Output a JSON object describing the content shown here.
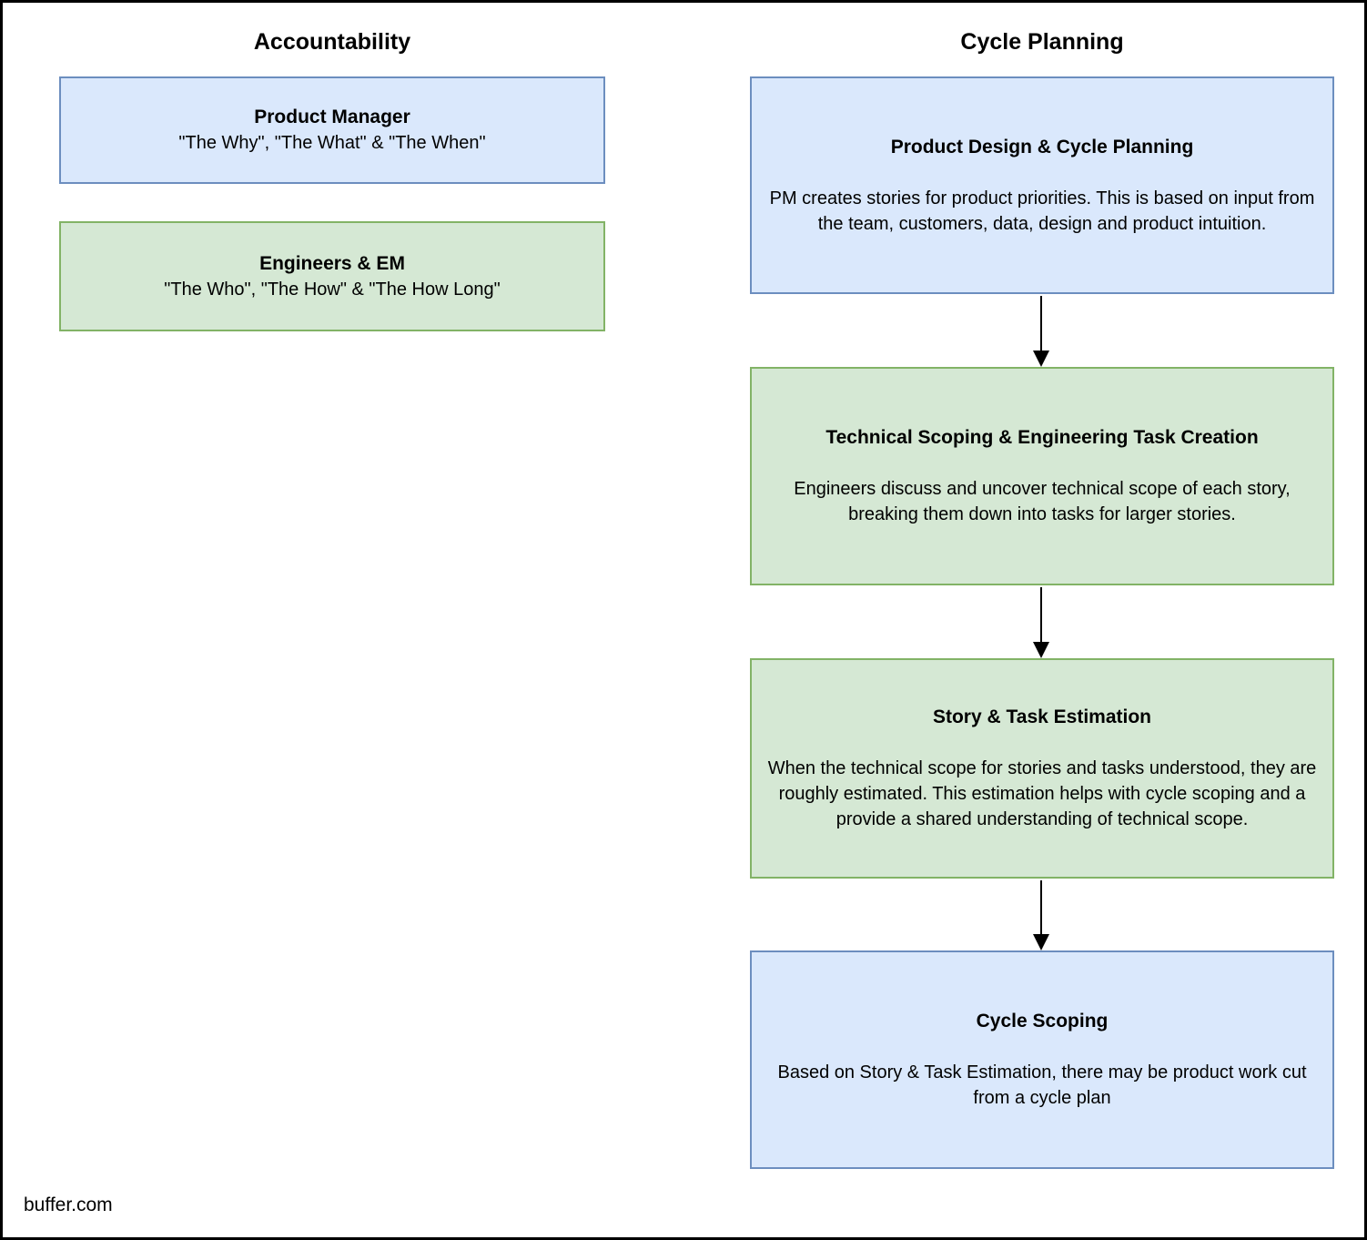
{
  "footer": "buffer.com",
  "colors": {
    "blue_fill": "#dae8fc",
    "blue_stroke": "#6c8ebf",
    "green_fill": "#d5e8d4",
    "green_stroke": "#82b366",
    "arrow": "#000000",
    "text": "#000000"
  },
  "columns": [
    {
      "title": "Accountability",
      "boxes": [
        {
          "variant": "blue",
          "heading": "Product Manager",
          "body": "\"The Why\", \"The What\" & \"The When\""
        },
        {
          "variant": "green",
          "heading": "Engineers & EM",
          "body": "\"The Who\", \"The How\" & \"The How Long\""
        }
      ]
    },
    {
      "title": "Cycle Planning",
      "boxes": [
        {
          "variant": "blue",
          "heading": "Product Design & Cycle Planning",
          "body": "PM creates stories for product priorities. This is based on input from the team, customers, data, design and product intuition."
        },
        {
          "variant": "green",
          "heading": "Technical Scoping & Engineering Task Creation",
          "body": "Engineers discuss and uncover technical scope of each story, breaking them down into tasks for larger stories."
        },
        {
          "variant": "green",
          "heading": "Story & Task Estimation",
          "body": "When the technical scope for stories and tasks understood, they are roughly estimated. This estimation helps with cycle scoping and a provide a shared understanding of technical scope."
        },
        {
          "variant": "blue",
          "heading": "Cycle Scoping",
          "body": "Based on Story & Task Estimation, there may be product work cut from a cycle plan"
        }
      ]
    }
  ]
}
